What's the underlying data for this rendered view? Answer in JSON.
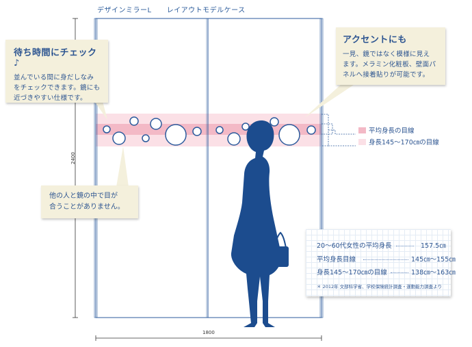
{
  "title": {
    "product": "デザインミラーL",
    "case": "レイアウトモデルケース"
  },
  "dimensions": {
    "height": "2400",
    "width": "1800"
  },
  "callouts": {
    "wait": {
      "heading": "待ち時間にチェック♪",
      "body": [
        "並んでいる間に身だしなみ",
        "をチェックできます。鏡にも",
        "近づきやすい仕様です。"
      ]
    },
    "accent": {
      "heading": "アクセントにも",
      "body": [
        "一見、鏡ではなく模様に見え",
        "ます。メラミン化粧板、壁面パ",
        "ネルへ接着貼りが可能です。"
      ]
    },
    "others": {
      "body": [
        "他の人と鏡の中で目が",
        "合うことがありません。"
      ]
    }
  },
  "legend": [
    {
      "label": "平均身長の目線",
      "color": "#f3b9c6"
    },
    {
      "label": "身長145～170㎝の目線",
      "color": "#fbe0e6"
    }
  ],
  "info": {
    "rows": [
      {
        "label": "20～60代女性の平均身長",
        "value": "157.5㎝"
      },
      {
        "label": "平均身長目線",
        "value": "145㎝～155㎝"
      },
      {
        "label": "身長145～170㎝の目線",
        "value": "138㎝～163㎝"
      }
    ],
    "note": "＊ 2012年 文部科学省、学校保険統計調査・運動能力調査より"
  },
  "colors": {
    "silhouette": "#1c4c8e",
    "frame": "#2b5a9c",
    "band_light": "#fbe0e6",
    "band_dark": "#f3b9c6",
    "text": "#2d5591"
  },
  "icons": {
    "figure": "woman-silhouette-icon",
    "mirror_dot": "circle-mirror-icon"
  }
}
